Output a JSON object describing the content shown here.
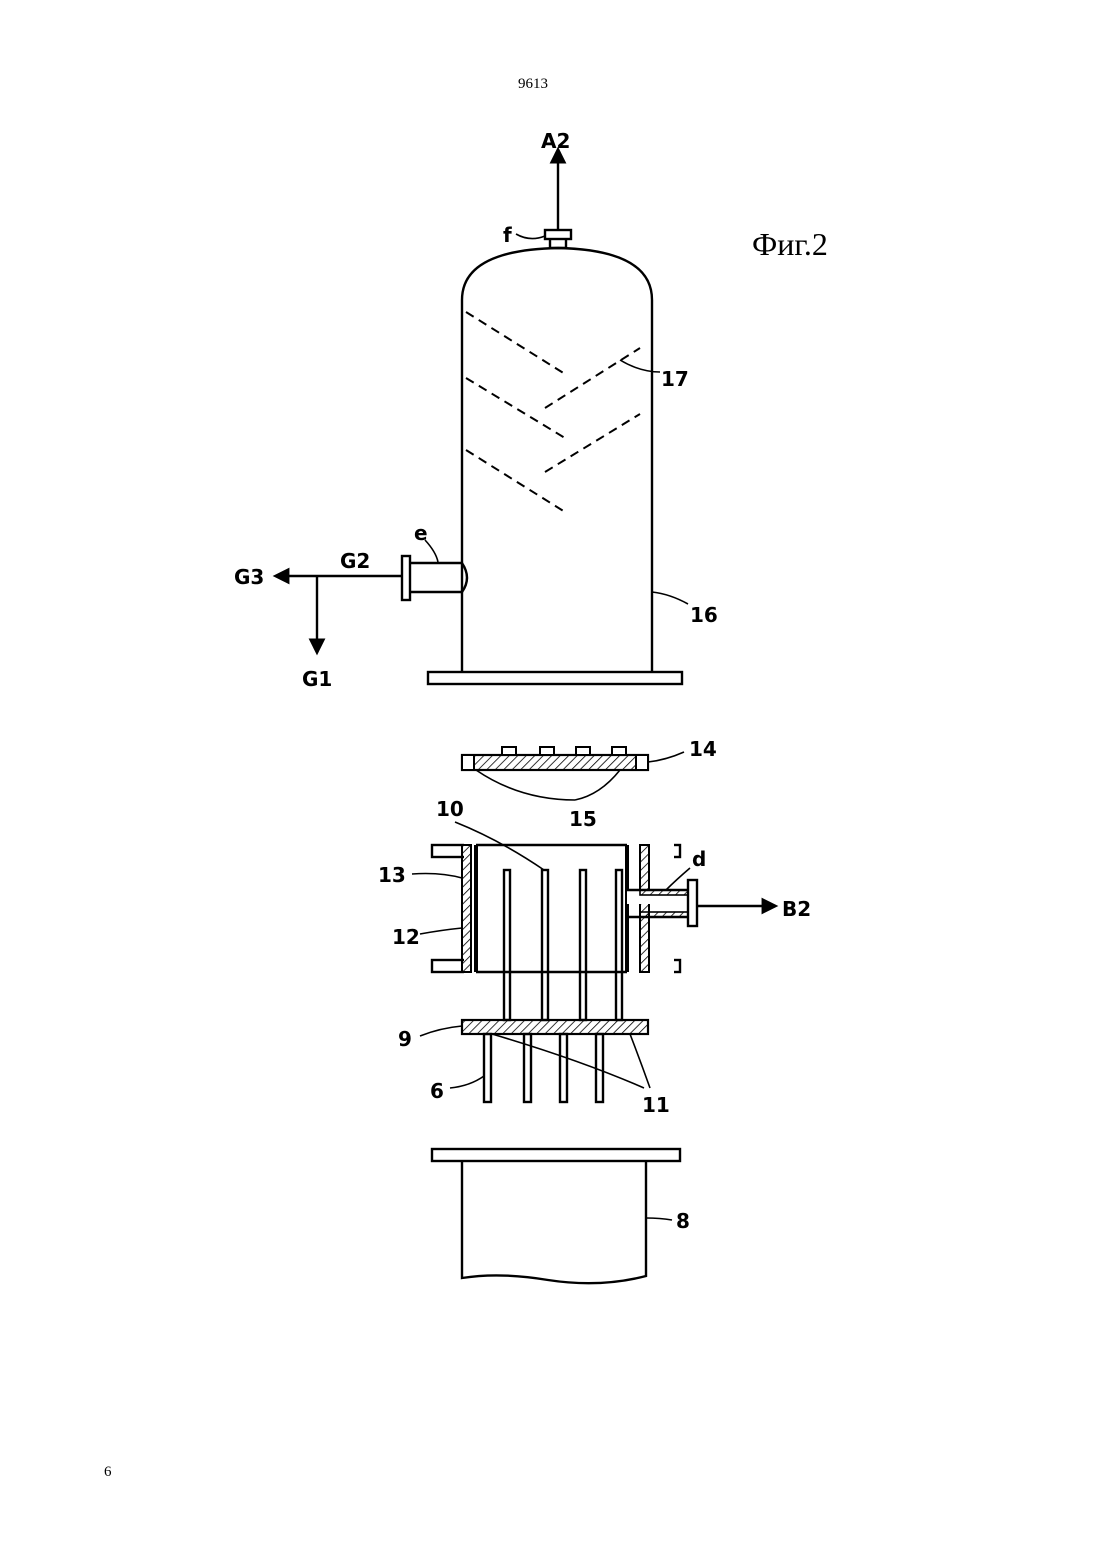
{
  "page": {
    "header_number": "9613",
    "footer_number": "6"
  },
  "figure": {
    "title": "Фиг.2",
    "labels": {
      "A2": "A2",
      "f": "f",
      "n17": "17",
      "e": "e",
      "G2": "G2",
      "G3": "G3",
      "G1": "G1",
      "n16": "16",
      "n14": "14",
      "n15": "15",
      "n10": "10",
      "n13": "13",
      "d": "d",
      "B2": "B2",
      "n12": "12",
      "n9": "9",
      "n6": "6",
      "n11": "11",
      "n8": "8"
    }
  }
}
